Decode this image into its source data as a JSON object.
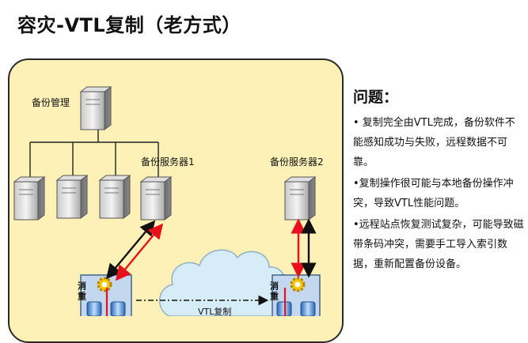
{
  "page": {
    "title": "容灾-VTL复制（老方式）"
  },
  "diagram": {
    "labels": {
      "mgmt": "备份管理",
      "server1": "备份服务器1",
      "server2": "备份服务器2",
      "vtl_replication": "VTL复制",
      "dedupe": "消重"
    },
    "colors": {
      "panel": "#fdf1b8",
      "red_arrow": "#e8101c",
      "black_arrow": "#111111",
      "cloud": "#d6ecf7"
    }
  },
  "problems": {
    "heading": "问题：",
    "items": [
      "• 复制完全由VTL完成，备份软件不能感知成功与失败，远程数据不可靠。",
      "•复制操作很可能与本地备份操作冲突，导致VTL性能问题。",
      "•远程站点恢复测试复杂，可能导致磁带条码冲突，需要手工导入索引数据，重新配置备份设备。"
    ]
  }
}
